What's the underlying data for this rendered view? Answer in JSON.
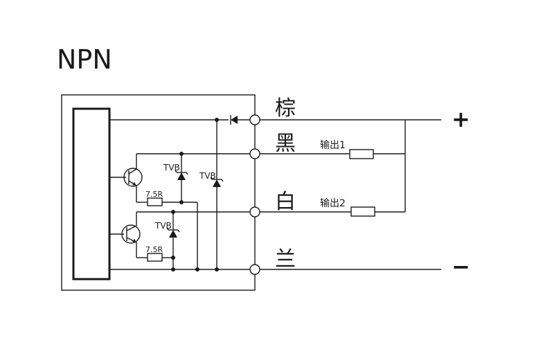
{
  "title": "NPN",
  "wires": [
    {
      "label": "棕",
      "polarity": "+"
    },
    {
      "label": "黑",
      "output": "输出1"
    },
    {
      "label": "白",
      "output": "输出2"
    },
    {
      "label": "兰",
      "polarity": "−"
    }
  ],
  "resistor_label": "7.5R",
  "tvs_label": "TVB",
  "colors": {
    "line": "#1a1a1a",
    "background": "#ffffff"
  }
}
